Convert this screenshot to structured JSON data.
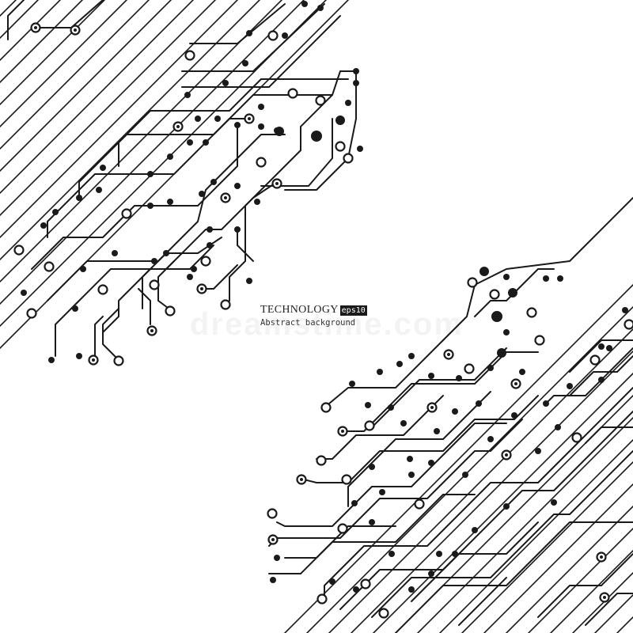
{
  "label": {
    "title": "TECHNOLOGY",
    "badge": "eps10",
    "subtitle": "Abstract background"
  },
  "watermark": "dreamstime.com",
  "colors": {
    "background": "#ffffff",
    "trace": "#1a1a1a",
    "badge_background": "#1a1a1a",
    "badge_text": "#ffffff"
  }
}
